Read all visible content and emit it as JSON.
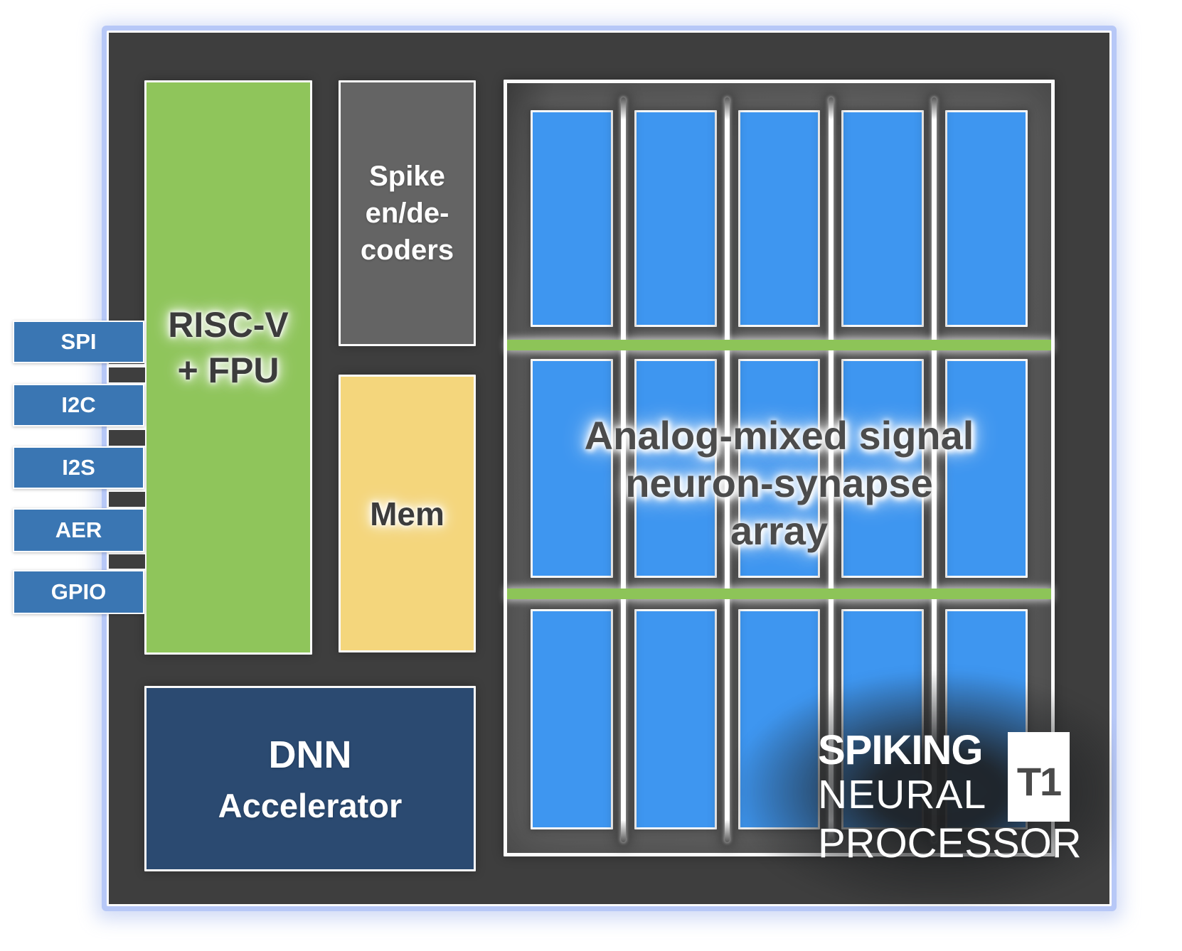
{
  "chip": {
    "ports": [
      "SPI",
      "I2C",
      "I2S",
      "AER",
      "GPIO"
    ],
    "blocks": {
      "riscv": {
        "lines": [
          "RISC-V",
          "+ FPU"
        ]
      },
      "spike_codec": {
        "lines": [
          "Spike",
          "en/de-",
          "coders"
        ]
      },
      "mem": {
        "label": "Mem"
      },
      "dnn": {
        "lines": [
          "DNN",
          "Accelerator"
        ]
      },
      "array": {
        "caption_lines": [
          "Analog-mixed signal",
          "neuron-synapse",
          "array"
        ],
        "columns": 5,
        "rows": 3
      }
    },
    "logo": {
      "lines": [
        "SPIKING",
        "NEURAL",
        "PROCESSOR"
      ],
      "badge": "T1"
    },
    "colors": {
      "chip_bg": "#3e3e3e",
      "chip_border": "#b7c8f7",
      "block_green": "#8fc55b",
      "block_gray": "#646464",
      "block_yellow": "#f4d67c",
      "block_navy": "#2b4a71",
      "cell_blue": "#3e96f0",
      "port_blue": "#3a76b3",
      "bar_green": "#8dc458",
      "label_dark": "#3c3c3c"
    }
  }
}
